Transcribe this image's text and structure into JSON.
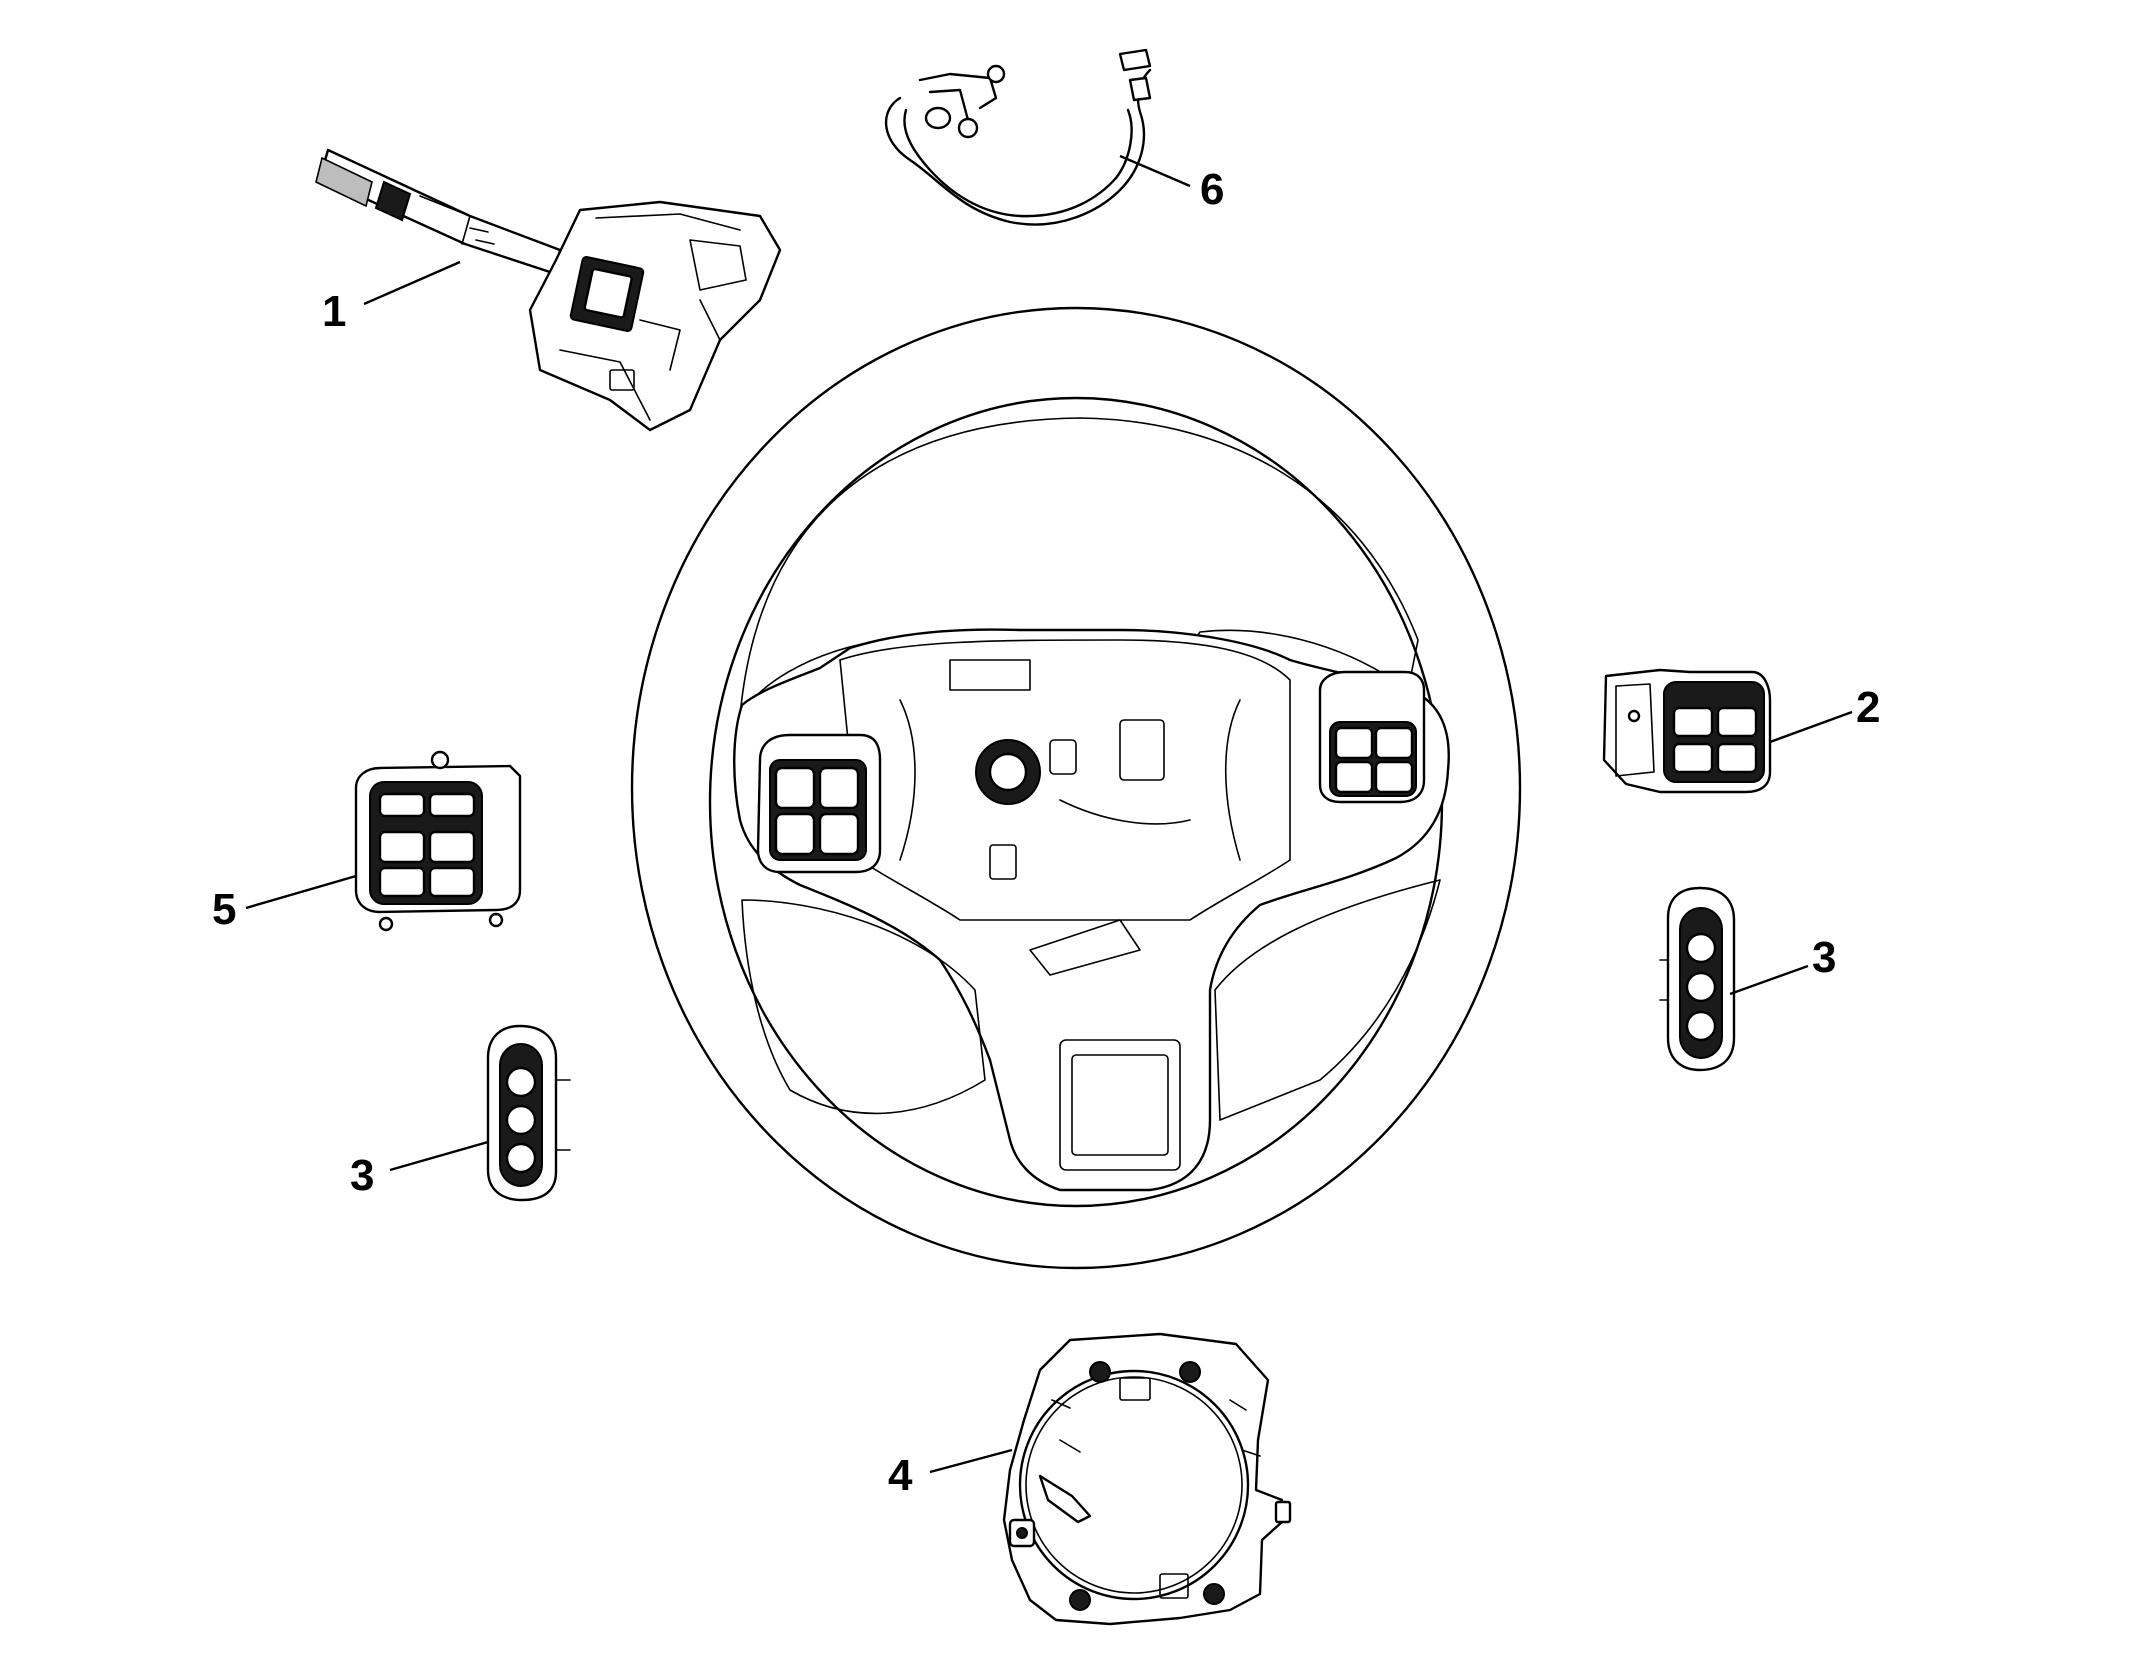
{
  "callouts": [
    {
      "id": "1",
      "label": "1",
      "part": "multifunction-switch"
    },
    {
      "id": "2",
      "label": "2",
      "part": "right-steering-wheel-switch"
    },
    {
      "id": "3a",
      "label": "3",
      "part": "rear-paddle-switch-right"
    },
    {
      "id": "3b",
      "label": "3",
      "part": "rear-paddle-switch-left"
    },
    {
      "id": "4",
      "label": "4",
      "part": "clockspring"
    },
    {
      "id": "5",
      "label": "5",
      "part": "left-steering-wheel-switch"
    },
    {
      "id": "6",
      "label": "6",
      "part": "wiring-harness"
    }
  ]
}
